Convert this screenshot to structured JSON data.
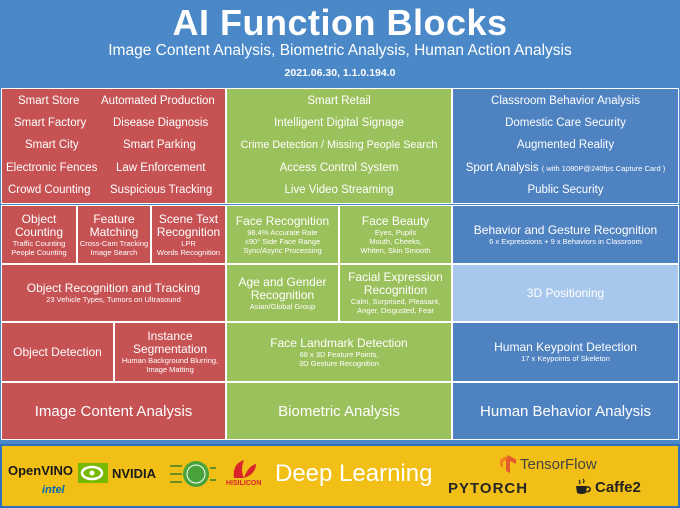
{
  "header": {
    "title": "AI Function Blocks",
    "subtitle": "Image Content Analysis, Biometric Analysis, Human Action Analysis",
    "version": "2021.06.30, 1.1.0.194.0"
  },
  "image_content": {
    "apps": [
      "Smart Store",
      "Automated Production",
      "Smart Factory",
      "Disease Diagnosis",
      "Smart City",
      "Smart Parking",
      "Electronic Fences",
      "Law Enforcement",
      "Crowd Counting",
      "Suspicious Tracking"
    ],
    "object_counting": {
      "title1": "Object",
      "title2": "Counting",
      "sub1": "Traffic Counting",
      "sub2": "People Counting"
    },
    "feature_matching": {
      "title1": "Feature",
      "title2": "Matching",
      "sub1": "Cross-Cam Tracking",
      "sub2": "Image Search"
    },
    "scene_text": {
      "title1": "Scene Text",
      "title2": "Recognition",
      "sub1": "LPR",
      "sub2": "Words Recognition"
    },
    "tracking": {
      "title": "Object Recognition and Tracking",
      "sub": "23 Vehicle Types, Tumors on Ultrasound"
    },
    "object_detection": {
      "title": "Object Detection"
    },
    "instance_seg": {
      "title1": "Instance",
      "title2": "Segmentation",
      "sub1": "Human Background Blurring,",
      "sub2": "Image Matting"
    },
    "footer": "Image Content Analysis"
  },
  "biometric": {
    "apps": [
      "Smart Retail",
      "Intelligent Digital Signage",
      "Crime Detection / Missing People Search",
      "Access Control System",
      "Live Video Streaming"
    ],
    "face_recognition": {
      "title": "Face Recognition",
      "sub1": "98.4% Accurate Rate",
      "sub2": "±90° Side Face Range",
      "sub3": "Sync/Async Processing"
    },
    "face_beauty": {
      "title": "Face Beauty",
      "sub1": "Eyes, Pupils",
      "sub2": "Mouth, Cheeks,",
      "sub3": "Whiten, Skin Smooth"
    },
    "age_gender": {
      "title1": "Age and Gender",
      "title2": "Recognition",
      "sub": "Asian/Global Group"
    },
    "facial_expression": {
      "title1": "Facial Expression",
      "title2": "Recognition",
      "sub1": "Calm, Surprised, Pleasant,",
      "sub2": "Anger, Disgusted, Fear"
    },
    "face_landmark": {
      "title": "Face Landmark Detection",
      "sub1": "68 x 3D Feature Points,",
      "sub2": "3D Gesture Recognition"
    },
    "footer": "Biometric Analysis"
  },
  "human_behavior": {
    "apps": [
      "Classroom Behavior Analysis",
      "Domestic Care Security",
      "Augmented Reality",
      "Sport Analysis",
      "Public Security"
    ],
    "sport_note": "( with 1080P@240fps Capture Card )",
    "gesture": {
      "title": "Behavior and Gesture Recognition",
      "sub": "6 x Expressions + 9 x Behaviors in Classroom"
    },
    "positioning": {
      "title": "3D Positioning"
    },
    "keypoint": {
      "title": "Human Keypoint Detection",
      "sub": "17 x Keypoints of Skeleton"
    },
    "footer": "Human Behavior Analysis"
  },
  "deep_learning": {
    "label": "Deep Learning",
    "logos": {
      "openvino": "OpenVINO",
      "intel": "intel",
      "nvidia": "NVIDIA",
      "hisilicon": "HISILICON",
      "tensorflow": "TensorFlow",
      "pytorch": "PYTORCH",
      "caffe2": "Caffe2"
    }
  },
  "colors": {
    "background": "#4a88c8",
    "image_content": "#c65254",
    "biometric": "#9bc15c",
    "human_behavior": "#4f82c1",
    "positioning": "#a8c7ec",
    "deep_learning": "#f2bf16"
  }
}
